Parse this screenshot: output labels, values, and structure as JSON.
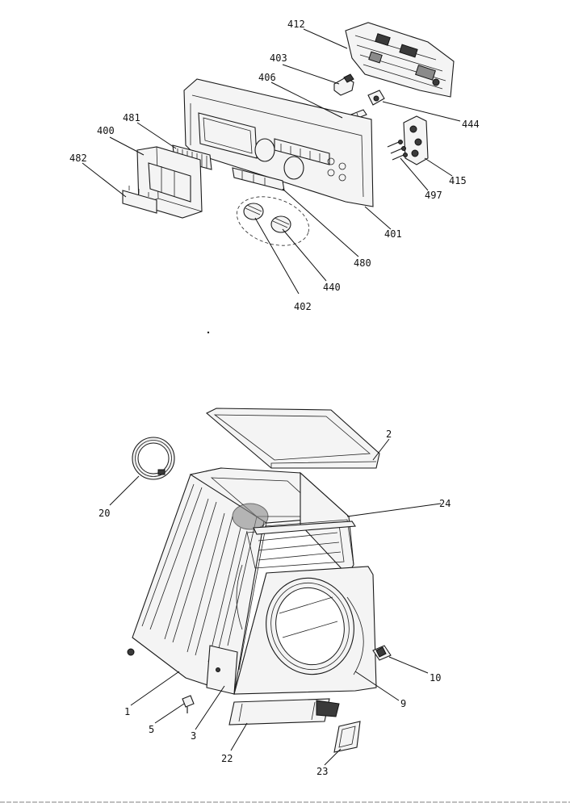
{
  "colors": {
    "ink": "#1a1a1a",
    "paper": "#ffffff",
    "shade": "#8a8a8a"
  },
  "callouts": {
    "c412": "412",
    "c403": "403",
    "c406": "406",
    "c444": "444",
    "c481": "481",
    "c400": "400",
    "c482": "482",
    "c415": "415",
    "c497": "497",
    "c401": "401",
    "c480": "480",
    "c440": "440",
    "c402": "402",
    "c2": "2",
    "c24": "24",
    "c20": "20",
    "c10": "10",
    "c9": "9",
    "c1": "1",
    "c5": "5",
    "c3": "3",
    "c22": "22",
    "c23": "23"
  }
}
